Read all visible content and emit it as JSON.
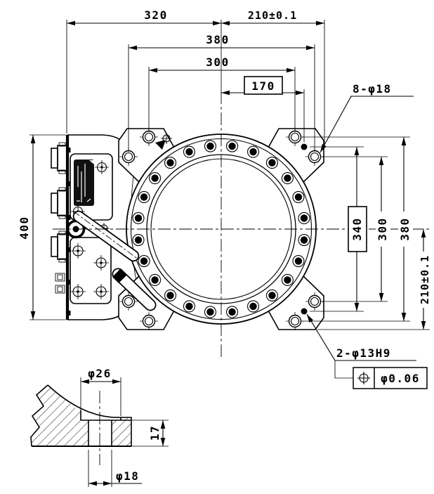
{
  "drawing": {
    "type": "mechanical-dimension-drawing",
    "views": [
      "main-front-view",
      "section-detail-view"
    ]
  },
  "dim": {
    "w1": "320",
    "w2": "210±0.1",
    "w3": "380",
    "w4": "300",
    "w5": "170",
    "h1": "400",
    "v1": "340",
    "v2": "300",
    "v3": "380",
    "v4": "210±0.1"
  },
  "labels": {
    "bolt_holes": "8-φ18",
    "pin_holes": "2-φ13H9",
    "position_tol": "φ0.06"
  },
  "section": {
    "counterbore_dia": "φ26",
    "depth": "17",
    "hole_dia": "φ18"
  },
  "geometry": {
    "flange_hole_count": 24,
    "flange_hole_offset_deg": 7.5,
    "ear_hole_count": 8,
    "pin_hole_count": 2
  },
  "colors": {
    "line": "#000000",
    "background": "#ffffff"
  }
}
